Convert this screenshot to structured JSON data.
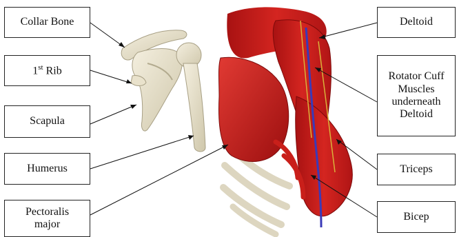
{
  "labels": {
    "collar_bone": "Collar Bone",
    "first_rib_num": "1",
    "first_rib_sup": "st",
    "first_rib_word": " Rib",
    "scapula": "Scapula",
    "humerus": "Humerus",
    "pectoralis_line1": "Pectoralis",
    "pectoralis_line2": "major",
    "deltoid": "Deltoid",
    "rotator_line1": "Rotator Cuff",
    "rotator_line2": "Muscles",
    "rotator_line3": "underneath",
    "rotator_line4": "Deltoid",
    "triceps": "Triceps",
    "bicep": "Bicep"
  },
  "colors": {
    "bone": "#ece6d2",
    "bone_shadow": "#b8b096",
    "muscle": "#c41a1a",
    "muscle_dark": "#8e0d0d",
    "muscle_light": "#e23a32",
    "vein": "#3a3ab8",
    "nerve": "#d9b23a"
  },
  "icons": {
    "bones": "scapula-humerus-illustration",
    "muscles": "shoulder-muscle-illustration"
  }
}
